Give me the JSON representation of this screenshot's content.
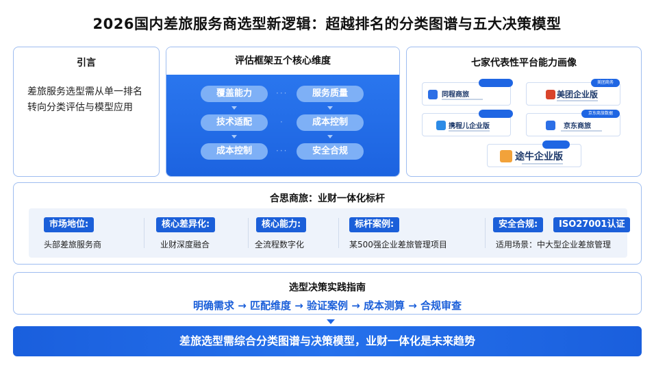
{
  "title": "2026国内差旅服务商选型新逻辑：超越排名的分类图谱与五大决策模型",
  "intro": {
    "title": "引言",
    "body": "差旅服务选型需从单一排名转向分类评估与模型应用"
  },
  "framework": {
    "title": "评估框架五个核心维度",
    "pills": [
      "覆盖能力",
      "服务质量",
      "技术适配",
      "成本控制",
      "成本控制",
      "安全合规"
    ]
  },
  "platforms": {
    "title": "七家代表性平台能力画像",
    "logos": [
      {
        "name": "同程商旅",
        "tag": ""
      },
      {
        "name": "美团企业版",
        "tag": "美团商务"
      },
      {
        "name": "携程儿企业版",
        "tag": ""
      },
      {
        "name": "京东商旅",
        "tag": "京东商旅数据"
      },
      {
        "name": "途牛企业版",
        "tag": ""
      }
    ]
  },
  "benchmark": {
    "title": "合思商旅：业财一体化标杆",
    "features": [
      {
        "label": "市场地位:",
        "value": "头部差旅服务商"
      },
      {
        "label": "核心差异化:",
        "value": "业财深度融合"
      },
      {
        "label": "核心能力:",
        "value": "全流程数字化"
      },
      {
        "label": "标杆案例:",
        "value": "某500强企业差旅管理项目"
      },
      {
        "label": "安全合规:",
        "badge": "ISO27001认证",
        "value": "适用场景：中大型企业差旅管理"
      }
    ]
  },
  "guide": {
    "title": "选型决策实践指南",
    "steps": "明确需求 → 匹配维度 → 验证案例 → 成本测算 → 合规审查"
  },
  "conclusion": "差旅选型需综合分类图谱与决策模型，业财一体化是未来趋势",
  "colors": {
    "primary": "#1b5fd9",
    "pill": "#7eb0f6",
    "border": "#9dbcf0"
  }
}
